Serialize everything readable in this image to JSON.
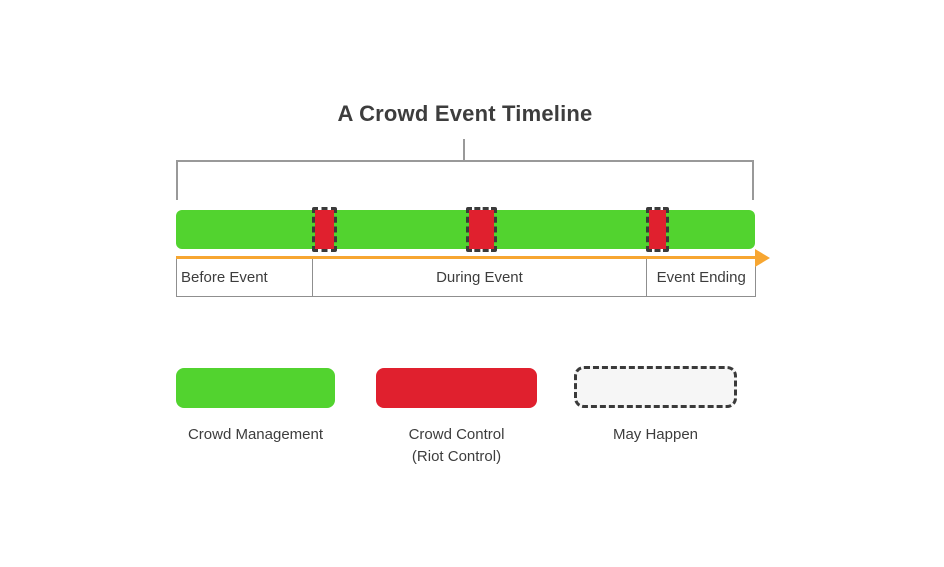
{
  "title": "A Crowd Event Timeline",
  "timeline": {
    "phases": [
      {
        "label": "Before Event"
      },
      {
        "label": "During Event"
      },
      {
        "label": "Event Ending"
      }
    ],
    "crowd_control_segment_count": 3
  },
  "legend": {
    "items": [
      {
        "label": "Crowd Management",
        "sublabel": ""
      },
      {
        "label": "Crowd Control",
        "sublabel": "(Riot Control)"
      },
      {
        "label": "May Happen",
        "sublabel": ""
      }
    ]
  },
  "colors": {
    "green": "#52d32f",
    "red": "#e0202e",
    "orange": "#f7a631",
    "line_gray": "#999999",
    "border_gray": "#8f8f8f",
    "dash_dark": "#3a3a3a",
    "may_happen_fill": "#f6f6f6",
    "text": "#3d3d3d"
  }
}
